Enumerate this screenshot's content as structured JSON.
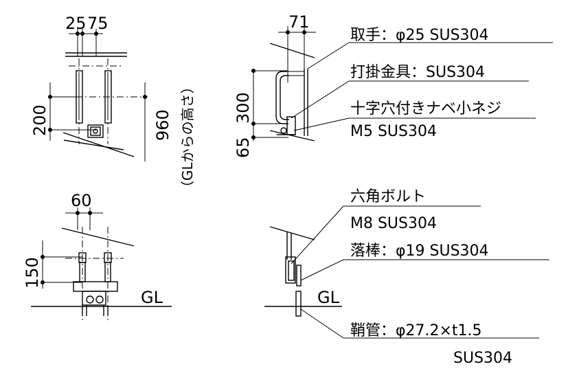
{
  "dimensions": {
    "width_pair": "25",
    "width_pair_b": "75",
    "handle_depth": "71",
    "height_200": "200",
    "height_960": "960",
    "gl_height_note": "（GLからの高さ）",
    "height_300": "300",
    "height_65": "65",
    "spacing_60": "60",
    "height_150": "150",
    "gl_left": "GL",
    "gl_right": "GL"
  },
  "callouts": {
    "handle": "取手：φ25 SUS304",
    "latch_plate": "打掛金具：SUS304",
    "screw_name": "十字穴付きナベ小ネジ",
    "screw_spec": "M5 SUS304",
    "bolt_name": "六角ボルト",
    "bolt_spec": "M8 SUS304",
    "drop_rod": "落棒：φ19 SUS304",
    "sheath_pipe": "鞘管：φ27.2×t1.5",
    "sheath_material": "SUS304"
  }
}
